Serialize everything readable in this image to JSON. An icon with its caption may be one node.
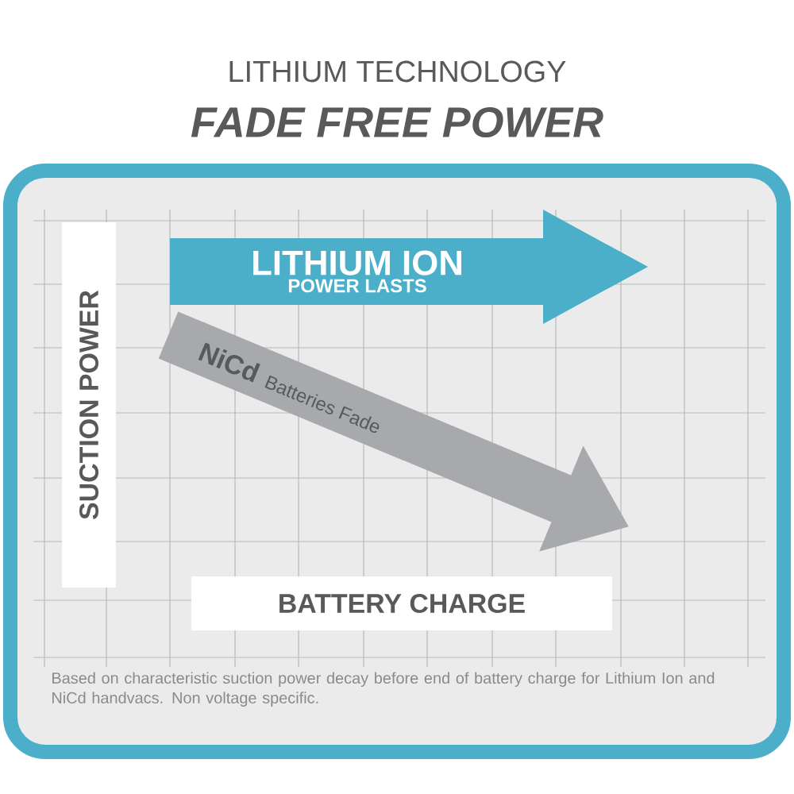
{
  "diagram": {
    "title": "LITHIUM TECHNOLOGY",
    "caption": "Based on characteristic suction power decay before end of battery charge for Lithium Ion and NiCd handvacs.  Non voltage specific.",
    "nodes": [
      {
        "text": [
          "LITHIUM ION",
          "POWER LASTS"
        ]
      },
      {
        "text": [
          "NiCd",
          "Batteries Fade"
        ]
      }
    ],
    "labels": [
      "FADE FREE POWER",
      "SUCTION POWER",
      "BATTERY CHARGE"
    ]
  }
}
